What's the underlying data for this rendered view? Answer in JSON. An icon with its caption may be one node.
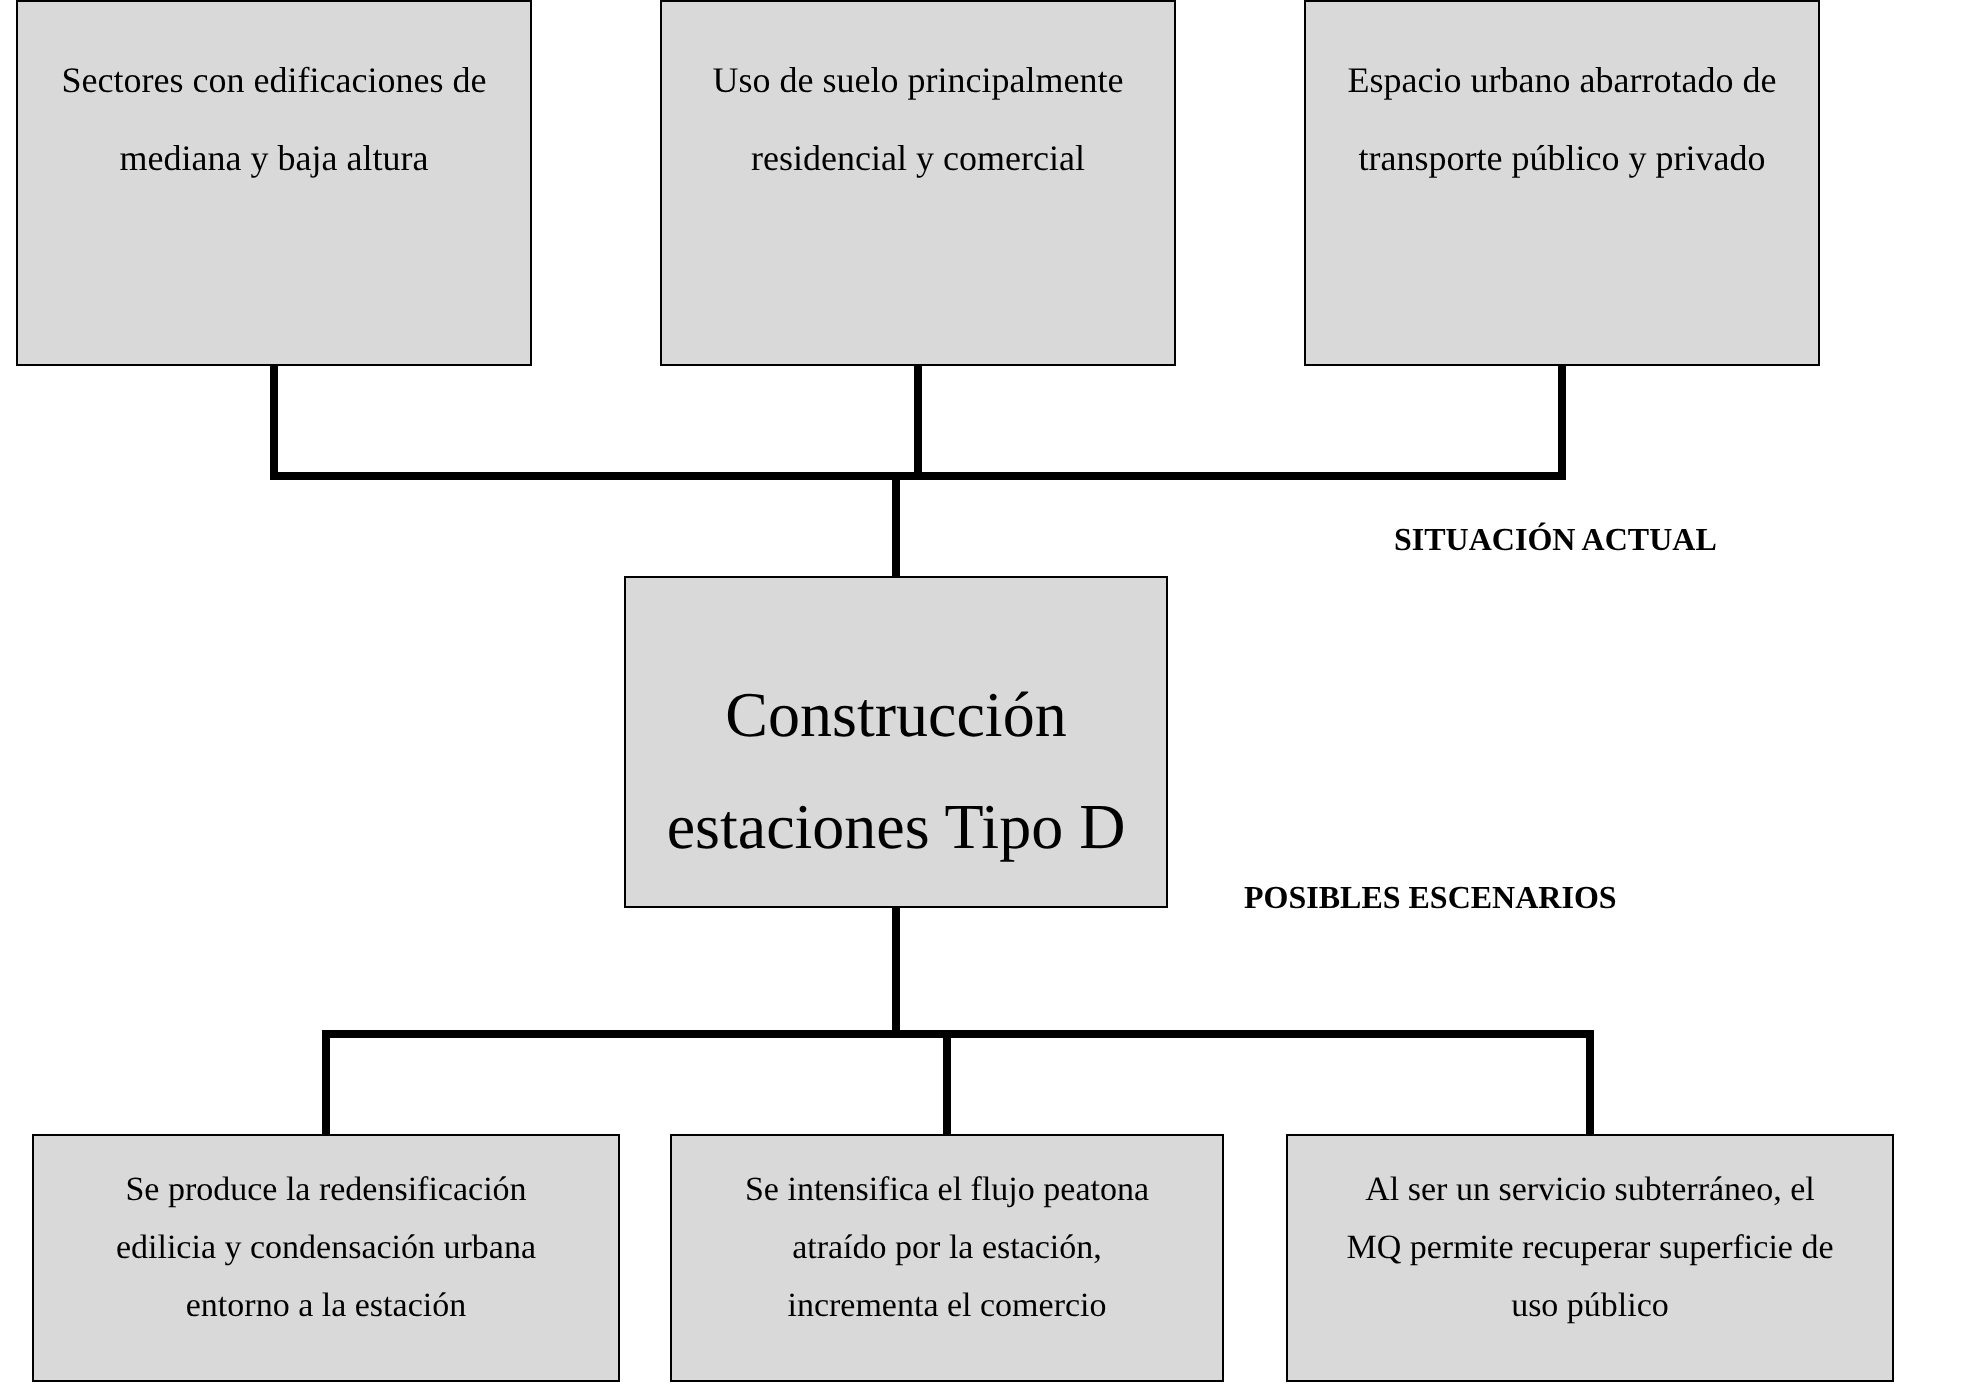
{
  "diagram": {
    "nodes": [
      {
        "text": [
          "Sectores con edificaciones de mediana y baja altura"
        ]
      },
      {
        "text": [
          "Uso de suelo principalmente residencial y comercial"
        ]
      },
      {
        "text": [
          "Espacio urbano abarrotado de transporte público y privado"
        ]
      },
      {
        "text": [
          "Construcción estaciones Tipo D"
        ]
      },
      {
        "text": [
          "Se produce la redensificación edilicia y condensación urbana entorno a la estación"
        ]
      },
      {
        "text": [
          "Se intensifica el flujo peatona atraído por la estación, incrementa el comercio"
        ]
      },
      {
        "text": [
          "Al ser un servicio subterráneo, el MQ permite recuperar superficie de uso público"
        ]
      }
    ],
    "edges": [
      {
        "from": 0,
        "to": 3,
        "arrow": "none"
      },
      {
        "from": 1,
        "to": 3,
        "arrow": "none"
      },
      {
        "from": 2,
        "to": 3,
        "arrow": "none"
      },
      {
        "from": 3,
        "to": 4,
        "arrow": "none"
      },
      {
        "from": 3,
        "to": 5,
        "arrow": "none"
      },
      {
        "from": 3,
        "to": 6,
        "arrow": "none"
      }
    ],
    "labels": [
      "SITUACIÓN ACTUAL",
      "POSIBLES ESCENARIOS"
    ]
  }
}
